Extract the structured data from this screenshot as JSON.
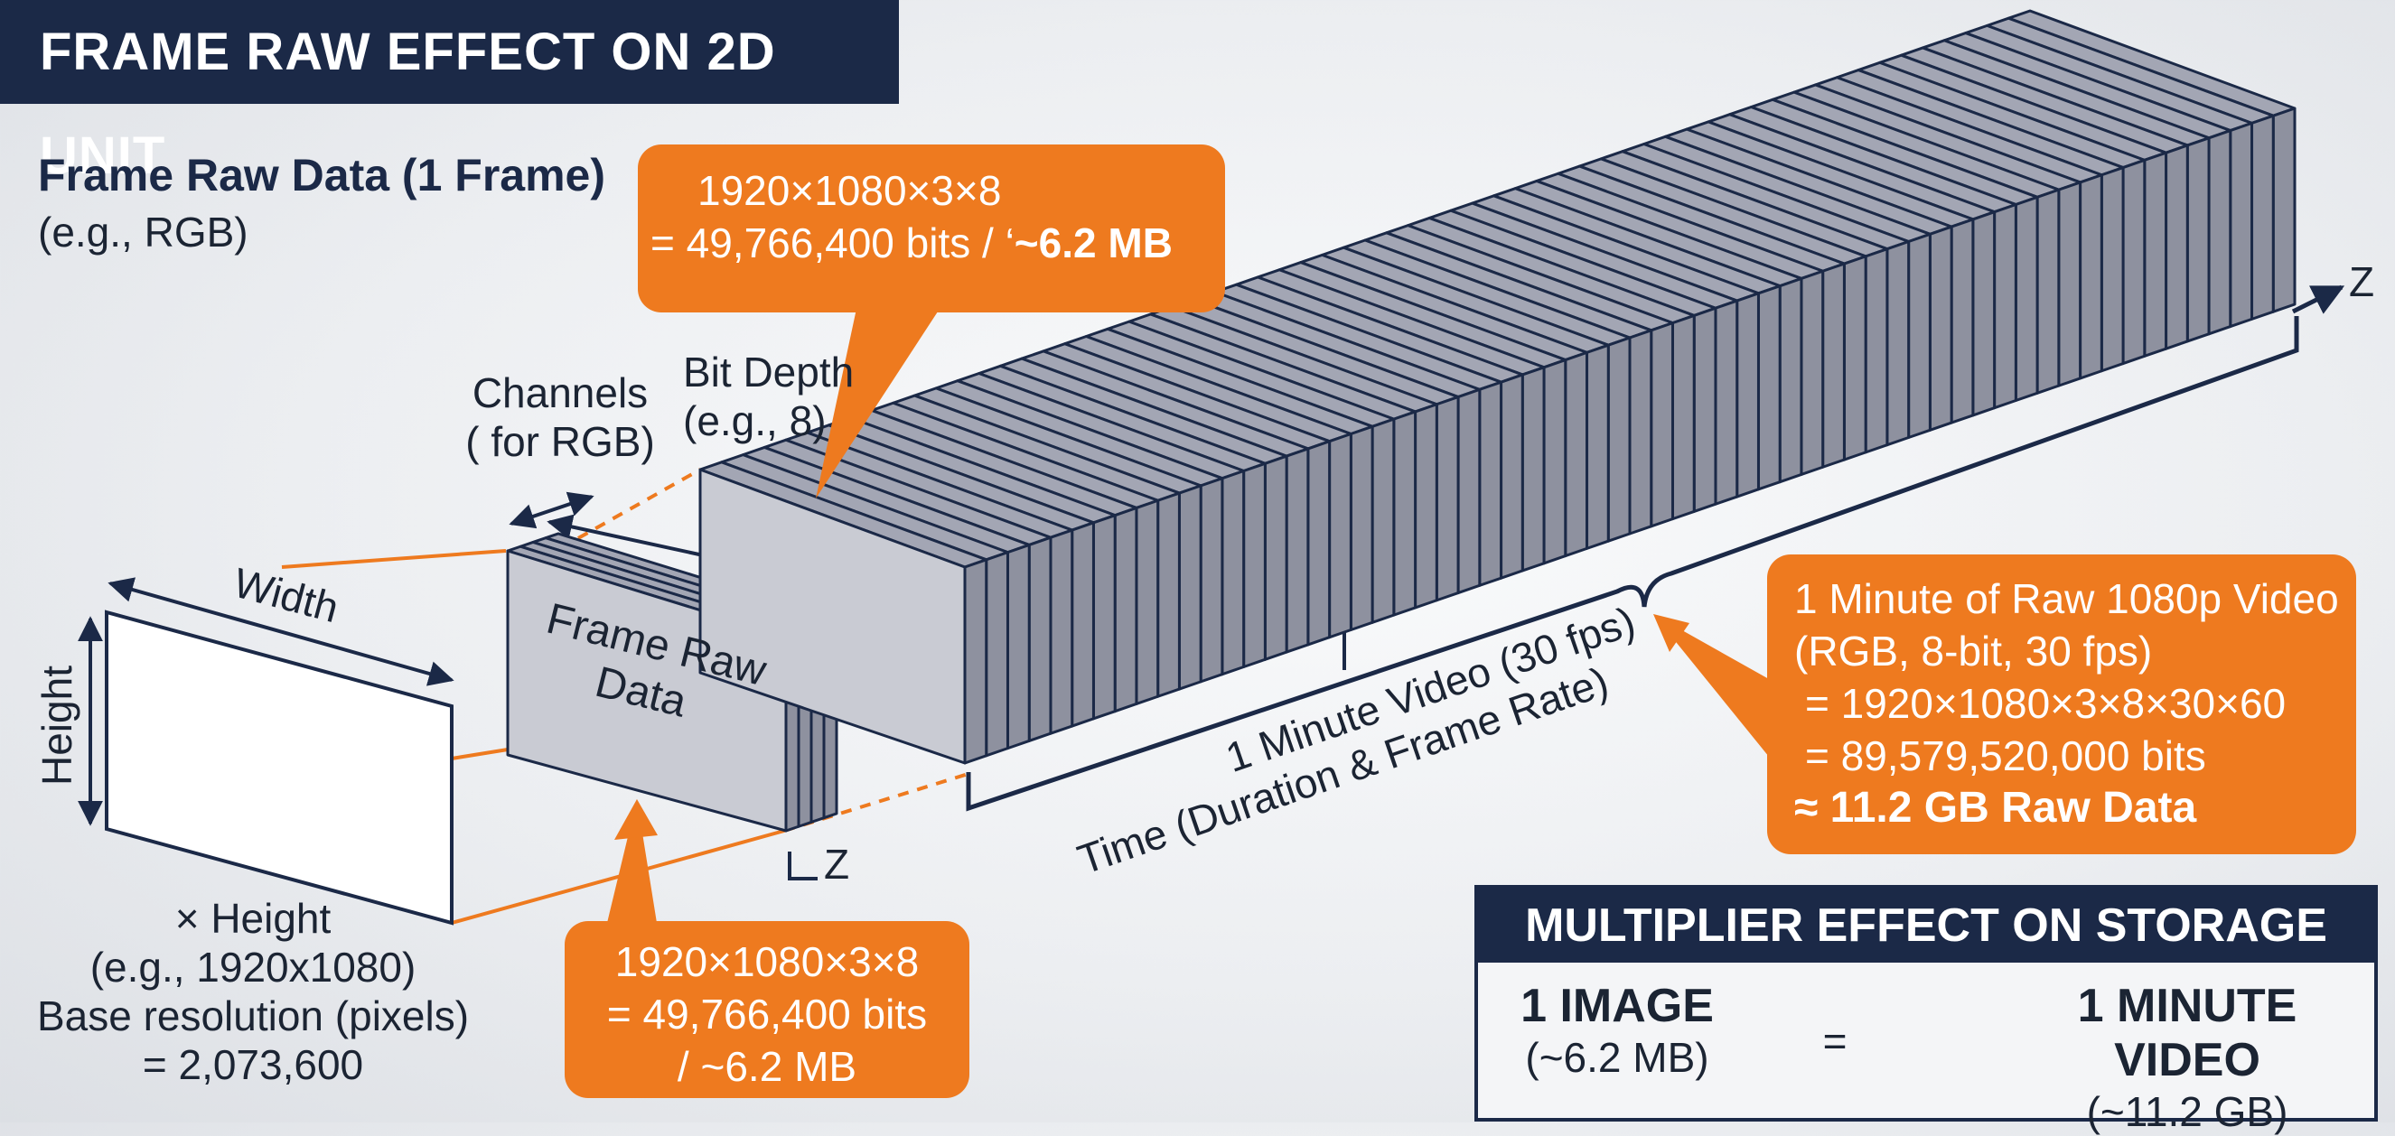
{
  "title": "FRAME RAW EFFECT ON 2D UNIT",
  "frame_heading": "Frame Raw Data (1 Frame)",
  "frame_subheading": "(e.g., RGB)",
  "labels": {
    "width": "Width",
    "height": "Height",
    "channels_line1": "Channels",
    "channels_line2": "( for RGB)",
    "bit_depth_line1": "Bit Depth",
    "bit_depth_line2": "(e.g., 8)",
    "frame_raw_line1": "Frame Raw",
    "frame_raw_line2": "Data",
    "z_small": "Z",
    "z_axis": "Z",
    "base_line1": "× Height",
    "base_line2": "(e.g., 1920x1080)",
    "base_line3": "Base resolution (pixels)",
    "base_line4": "= 2,073,600",
    "time_line1": "1 Minute Video (30 fps)",
    "time_line2": "Time (Duration & Frame Rate)"
  },
  "callout_top": {
    "line1": "1920×1080×3×8",
    "line2_prefix": "= 49,766,400 bits / ‘",
    "line2_bold": "~6.2 MB"
  },
  "callout_bottom": {
    "line1": "1920×1080×3×8",
    "line2": "= 49,766,400 bits",
    "line3": "/ ~6.2 MB"
  },
  "callout_right": {
    "line1": "1 Minute of Raw 1080p Video",
    "line2": "(RGB, 8-bit, 30 fps)",
    "line3": "= 1920×1080×3×8×30×60",
    "line4": "= 89,579,520,000 bits",
    "line5": "≈ 11.2 GB Raw Data"
  },
  "storage": {
    "title": "MULTIPLIER EFFECT ON STORAGE",
    "image_label": "1 IMAGE",
    "image_size": "(~6.2 MB)",
    "equals": "=",
    "video_label": "1 MINUTE VIDEO",
    "video_size": "(~11.2 GB)"
  },
  "colors": {
    "navy": "#1b2947",
    "orange": "#ee7a1f",
    "slab_front": "#c9cbd3",
    "slab_top": "#a3a6b4",
    "slab_side": "#8e919f"
  },
  "stack": {
    "frame_count": 62
  }
}
